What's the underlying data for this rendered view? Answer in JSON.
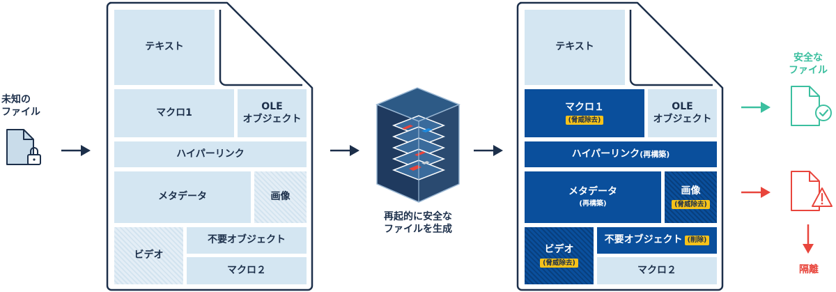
{
  "unknown_file": {
    "label_line1": "未知の",
    "label_line2": "ファイル",
    "icon": "locked-document-icon"
  },
  "original_doc": {
    "blocks": {
      "text": "テキスト",
      "macro1": "マクロ1",
      "ole_line1": "OLE",
      "ole_line2": "オブジェクト",
      "hyperlink": "ハイパーリンク",
      "metadata": "メタデータ",
      "image": "画像",
      "video": "ビデオ",
      "unneeded": "不要オブジェクト",
      "macro2": "マクロ２"
    }
  },
  "process": {
    "label_line1": "再起的に安全な",
    "label_line2": "ファイルを生成",
    "icon": "layered-cube-icon"
  },
  "safe_doc": {
    "blocks": {
      "text": "テキスト",
      "macro1": "マクロ１",
      "macro1_tag": "(脅威除去)",
      "ole_line1": "OLE",
      "ole_line2": "オブジェクト",
      "hyperlink": "ハイパーリンク",
      "hyperlink_note": "(再構築)",
      "metadata": "メタデータ",
      "metadata_note": "(再構築)",
      "image": "画像",
      "image_tag": "(脅威除去)",
      "video": "ビデオ",
      "video_tag": "(脅威除去)",
      "unneeded": "不要オブジェクト",
      "unneeded_tag": "(削除)",
      "macro2": "マクロ２"
    }
  },
  "outcomes": {
    "safe_line1": "安全な",
    "safe_line2": "ファイル",
    "safe_icon": "check-document-icon",
    "quarantine": "隔離",
    "quarantine_icon": "warning-document-icon"
  },
  "colors": {
    "navy": "#1c2f4a",
    "light_block": "#d4e6f2",
    "dark_block": "#0a4f9c",
    "tag_yellow": "#f6c21a",
    "safe_teal": "#3bbf9f",
    "danger_red": "#e8453c"
  }
}
